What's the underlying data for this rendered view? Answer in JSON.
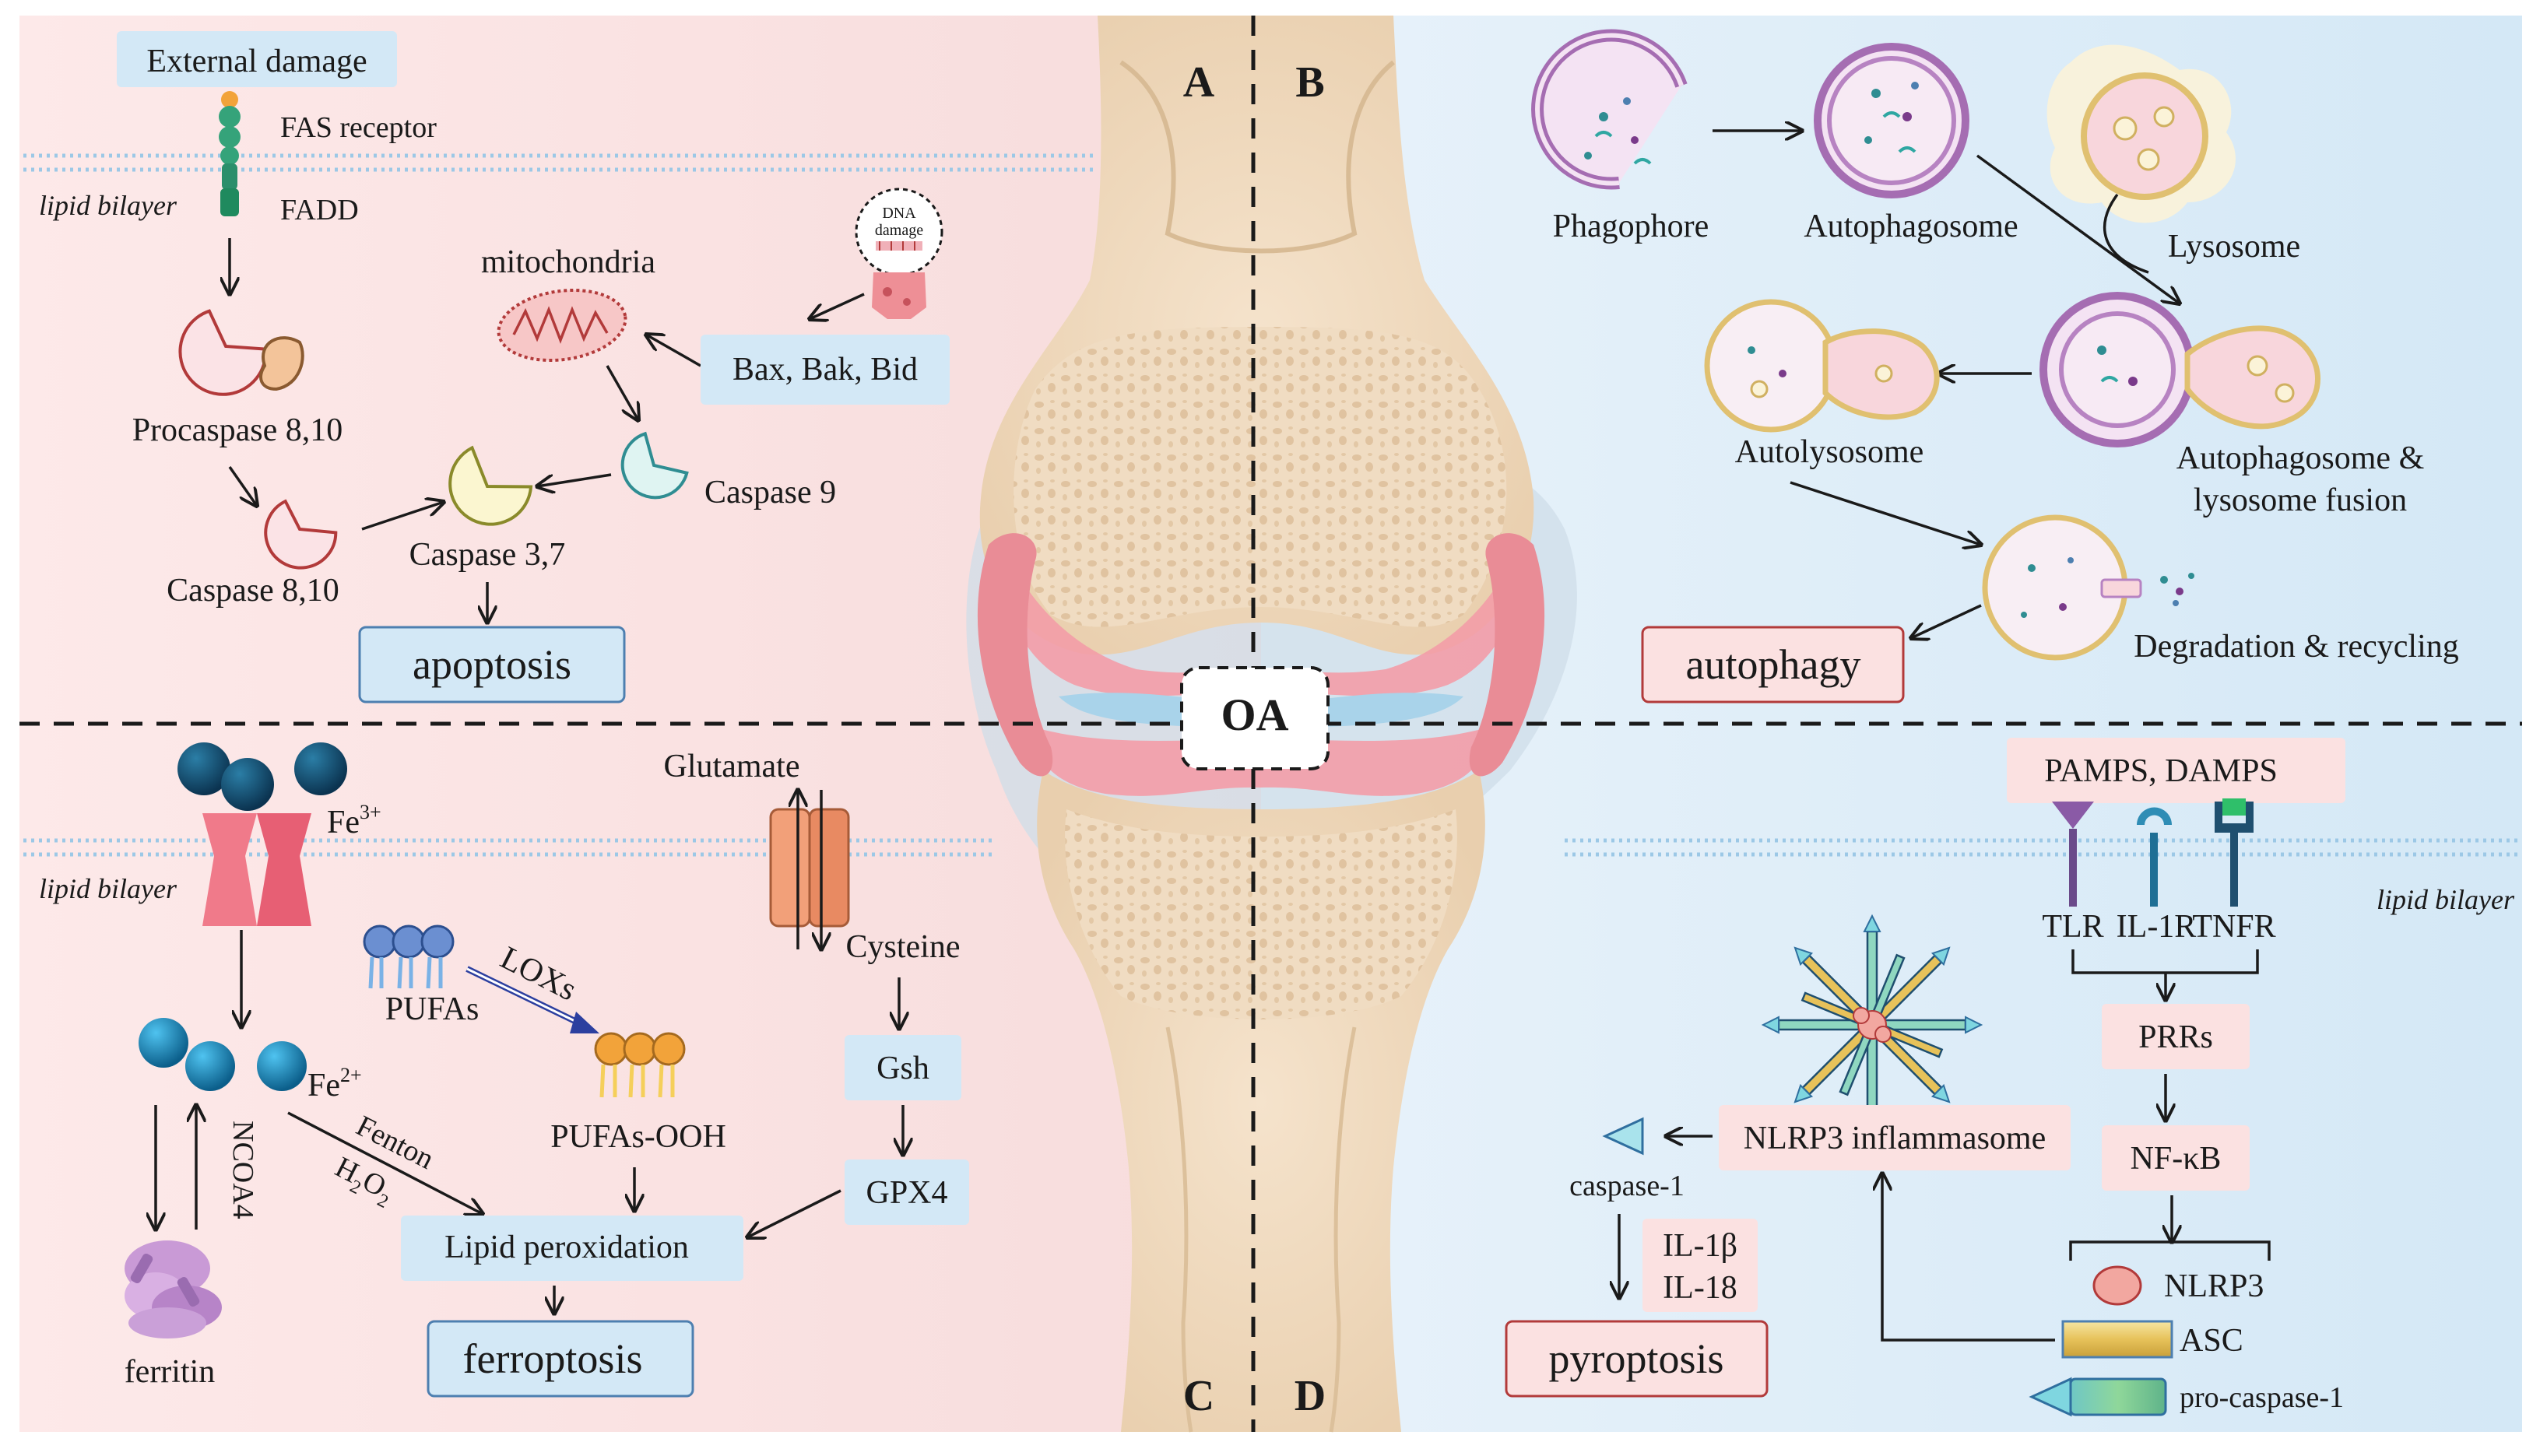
{
  "panels": {
    "A": {
      "letter": "A",
      "external_damage": "External damage",
      "fas_receptor": "FAS receptor",
      "lipid_bilayer": "lipid bilayer",
      "fadd": "FADD",
      "mitochondria": "mitochondria",
      "dna_damage_1": "DNA",
      "dna_damage_2": "damage",
      "bax_bak_bid": "Bax, Bak, Bid",
      "procaspase": "Procaspase 8,10",
      "caspase_9": "Caspase 9",
      "caspase_37": "Caspase 3,7",
      "caspase_810": "Caspase 8,10",
      "outcome": "apoptosis"
    },
    "B": {
      "letter": "B",
      "phagophore": "Phagophore",
      "autophagosome": "Autophagosome",
      "lysosome": "Lysosome",
      "autolysosome": "Autolysosome",
      "fusion_1": "Autophagosome &",
      "fusion_2": "lysosome fusion",
      "degradation": "Degradation & recycling",
      "outcome": "autophagy"
    },
    "C": {
      "letter": "C",
      "fe3": "Fe",
      "fe3_sup": "3+",
      "lipid_bilayer": "lipid bilayer",
      "fe2": "Fe",
      "fe2_sup": "2+",
      "ncoa4": "NCOA4",
      "ferritin": "ferritin",
      "fenton": "Fenton",
      "h2o2_h": "H",
      "h2o2_2a": "2",
      "h2o2_o": "O",
      "h2o2_2b": "2",
      "pufas": "PUFAs",
      "loxs": "LOXs",
      "pufas_ooh": "PUFAs-OOH",
      "glutamate": "Glutamate",
      "cysteine": "Cysteine",
      "gsh": "Gsh",
      "gpx4": "GPX4",
      "lipid_peroxidation": "Lipid peroxidation",
      "outcome": "ferroptosis"
    },
    "D": {
      "letter": "D",
      "pamps": "PAMPS, DAMPS",
      "lipid_bilayer": "lipid bilayer",
      "tlr": "TLR",
      "il1r": "IL-1R",
      "tnfr": "TNFR",
      "prrs": "PRRs",
      "nfkb": "NF-κB",
      "nlrp3_inflammasome": "NLRP3 inflammasome",
      "caspase1": "caspase-1",
      "il1b": "IL-1β",
      "il18": "IL-18",
      "nlrp3": "NLRP3",
      "asc": "ASC",
      "procaspase1": "pro-caspase-1",
      "outcome": "pyroptosis"
    }
  },
  "center": {
    "label": "OA"
  },
  "colors": {
    "bg_left": "#fbe3e3",
    "bg_right": "#daebf7",
    "box_blue": "#d3e8f6",
    "box_pink": "#fbe1e1",
    "outline_blue": "#4d7fb0",
    "outline_red": "#b23a3a",
    "bone": "#efd8bd",
    "cartilage": "#f2a5ad"
  }
}
